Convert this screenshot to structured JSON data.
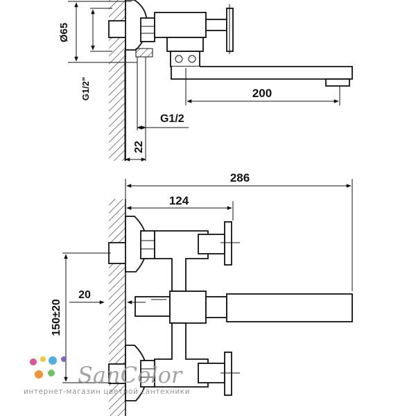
{
  "drawing": {
    "side_view": {
      "dim_diameter": "Ø65",
      "dim_thread_vertical": "G1/2\"",
      "dim_thread": "G1/2",
      "dim_wall_offset": "22",
      "dim_spout_length": "200"
    },
    "front_view": {
      "dim_total_width": "286",
      "dim_handle_projection": "124",
      "dim_inlet_offset": "20",
      "dim_center_distance": "150±20"
    }
  },
  "branding": {
    "logo": "SanColor",
    "tagline": "интернет-магазин цветной сантехники",
    "dot_colors": [
      "#e23b8a",
      "#f4c21c",
      "#3aa8e0",
      "#7a52c7",
      "#f08a24",
      "#5bbf4a"
    ]
  }
}
